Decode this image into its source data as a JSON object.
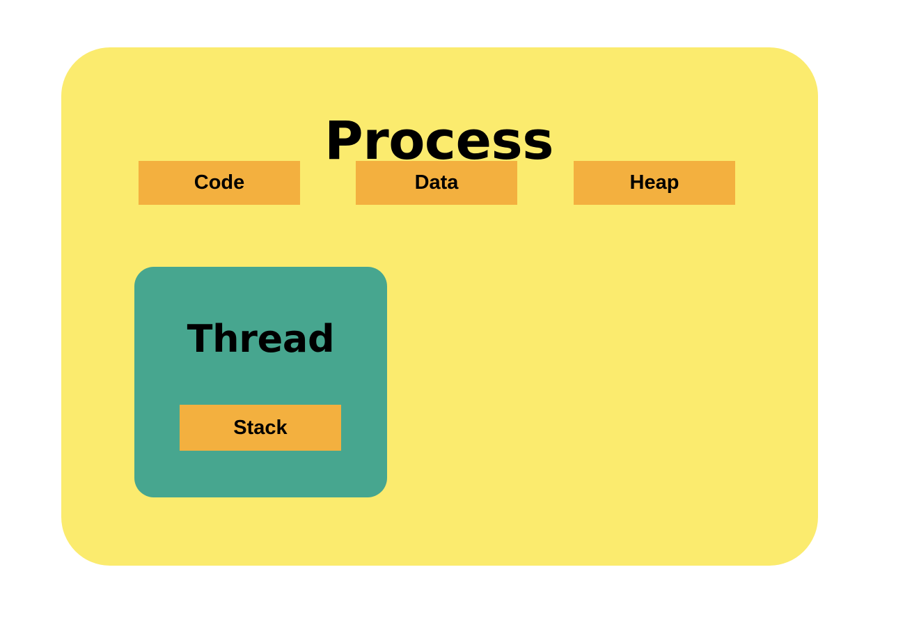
{
  "diagram": {
    "type": "nested-block-diagram",
    "topic": "Process and Thread memory layout",
    "page_background": "#ffffff",
    "process": {
      "title": "Process",
      "fill_color": "#fbeb6e",
      "title_color": "#000000",
      "segments": [
        {
          "label": "Code",
          "fill_color": "#f3b03f"
        },
        {
          "label": "Data",
          "fill_color": "#f3b03f"
        },
        {
          "label": "Heap",
          "fill_color": "#f3b03f"
        }
      ],
      "thread": {
        "title": "Thread",
        "fill_color": "#47a68f",
        "title_color": "#000000",
        "segments": [
          {
            "label": "Stack",
            "fill_color": "#f3b03f"
          }
        ]
      }
    }
  }
}
